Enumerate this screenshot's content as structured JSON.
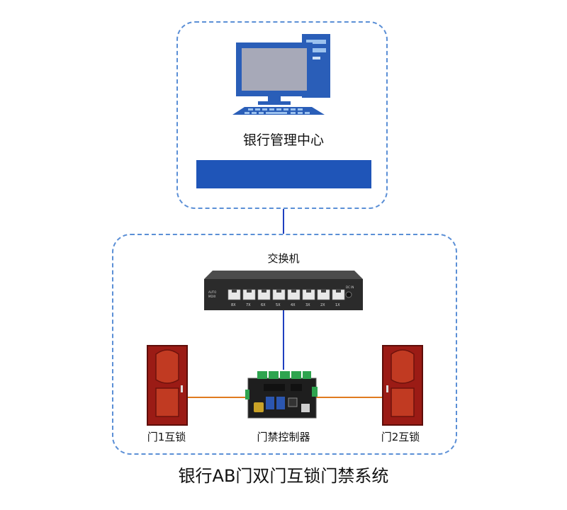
{
  "diagram": {
    "title": "银行AB门双门互锁门禁系统",
    "management_center": {
      "label": "银行管理中心",
      "icon": "desktop-computer-icon"
    },
    "switch": {
      "label": "交换机",
      "ports": [
        "8X",
        "7X",
        "6X",
        "5X",
        "4X",
        "3X",
        "2X",
        "1X"
      ],
      "panel_text": "AUTO MDIX",
      "power_text": "DC IN"
    },
    "controller": {
      "label": "门禁控制器",
      "icon": "access-controller-board-icon"
    },
    "door1": {
      "label": "门1互锁",
      "icon": "door-icon"
    },
    "door2": {
      "label": "门2互锁",
      "icon": "door-icon"
    },
    "colors": {
      "dashed_border": "#5b8fd6",
      "network_line": "#1f3fbf",
      "door_line": "#e07a1f",
      "door": "#9b1b15",
      "bar": "#1f55b8"
    }
  }
}
